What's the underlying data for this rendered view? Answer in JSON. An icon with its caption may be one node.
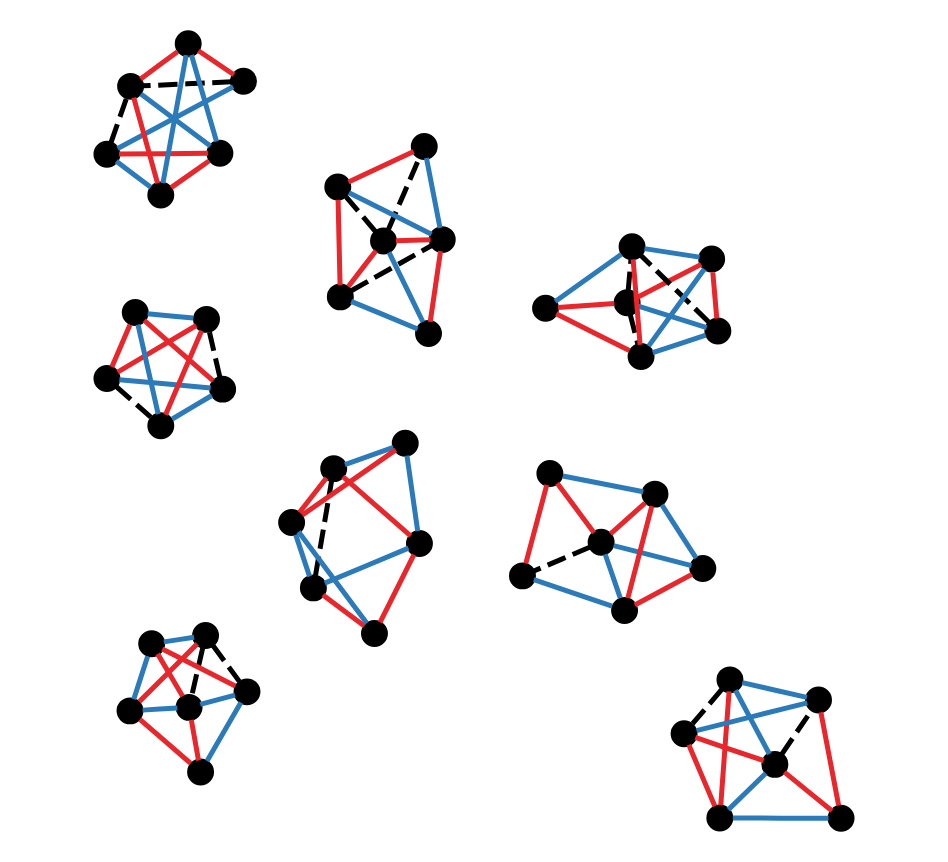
{
  "diagram": {
    "nodes": [
      {
        "text": [],
        "shape": "circle"
      },
      {
        "text": [],
        "shape": "circle"
      },
      {
        "text": [],
        "shape": "circle"
      },
      {
        "text": [],
        "shape": "circle"
      },
      {
        "text": [],
        "shape": "circle"
      },
      {
        "text": [],
        "shape": "circle"
      },
      {
        "text": [],
        "shape": "circle"
      },
      {
        "text": [],
        "shape": "circle"
      },
      {
        "text": [],
        "shape": "circle"
      },
      {
        "text": [],
        "shape": "circle"
      },
      {
        "text": [],
        "shape": "circle"
      },
      {
        "text": [],
        "shape": "circle"
      },
      {
        "text": [],
        "shape": "circle"
      },
      {
        "text": [],
        "shape": "circle"
      },
      {
        "text": [],
        "shape": "circle"
      },
      {
        "text": [],
        "shape": "circle"
      },
      {
        "text": [],
        "shape": "circle"
      },
      {
        "text": [],
        "shape": "circle"
      },
      {
        "text": [],
        "shape": "circle"
      },
      {
        "text": [],
        "shape": "circle"
      },
      {
        "text": [],
        "shape": "circle"
      },
      {
        "text": [],
        "shape": "circle"
      },
      {
        "text": [],
        "shape": "circle"
      },
      {
        "text": [],
        "shape": "circle"
      },
      {
        "text": [],
        "shape": "circle"
      },
      {
        "text": [],
        "shape": "circle"
      },
      {
        "text": [],
        "shape": "circle"
      },
      {
        "text": [],
        "shape": "circle"
      },
      {
        "text": [],
        "shape": "circle"
      },
      {
        "text": [],
        "shape": "circle"
      },
      {
        "text": [],
        "shape": "circle"
      },
      {
        "text": [],
        "shape": "circle"
      },
      {
        "text": [],
        "shape": "circle"
      },
      {
        "text": [],
        "shape": "circle"
      },
      {
        "text": [],
        "shape": "circle"
      },
      {
        "text": [],
        "shape": "circle"
      },
      {
        "text": [],
        "shape": "circle"
      },
      {
        "text": [],
        "shape": "circle"
      },
      {
        "text": [],
        "shape": "circle"
      },
      {
        "text": [],
        "shape": "circle"
      },
      {
        "text": [],
        "shape": "circle"
      },
      {
        "text": [],
        "shape": "circle"
      },
      {
        "text": [],
        "shape": "circle"
      },
      {
        "text": [],
        "shape": "circle"
      },
      {
        "text": [],
        "shape": "circle"
      },
      {
        "text": [],
        "shape": "circle"
      },
      {
        "text": [],
        "shape": "circle"
      }
    ],
    "edges": [
      {
        "from": 0,
        "to": 1,
        "arrow": "none",
        "color": "#2b7bba"
      },
      {
        "from": 0,
        "to": 3,
        "arrow": "none",
        "color": "#e8262b"
      },
      {
        "from": 0,
        "to": 4,
        "arrow": "none",
        "color": "#e8262b"
      },
      {
        "from": 0,
        "to": 2,
        "arrow": "none",
        "style": "dashed",
        "color": "#000000"
      },
      {
        "from": 1,
        "to": 3,
        "arrow": "none",
        "color": "#e8262b"
      },
      {
        "from": 1,
        "to": 2,
        "arrow": "none",
        "color": "#2b7bba"
      },
      {
        "from": 1,
        "to": 4,
        "arrow": "none",
        "style": "dashed",
        "color": "#000000"
      },
      {
        "from": 3,
        "to": 2,
        "arrow": "none",
        "color": "#2b7bba"
      },
      {
        "from": 3,
        "to": 4,
        "arrow": "none",
        "color": "#2b7bba"
      },
      {
        "from": 4,
        "to": 2,
        "arrow": "none",
        "color": "#e8262b"
      },
      {
        "from": 5,
        "to": 6,
        "arrow": "none",
        "color": "#2b7bba"
      },
      {
        "from": 5,
        "to": 7,
        "arrow": "none",
        "style": "dashed",
        "color": "#000000"
      },
      {
        "from": 5,
        "to": 9,
        "arrow": "none",
        "style": "dashed",
        "color": "#000000"
      },
      {
        "from": 5,
        "to": 8,
        "arrow": "none",
        "color": "#e8262b"
      },
      {
        "from": 5,
        "to": 10,
        "arrow": "none",
        "color": "#e8262b"
      },
      {
        "from": 6,
        "to": 7,
        "arrow": "none",
        "color": "#2b7bba"
      },
      {
        "from": 6,
        "to": 8,
        "arrow": "none",
        "color": "#e8262b"
      },
      {
        "from": 6,
        "to": 9,
        "arrow": "none",
        "style": "dashed",
        "color": "#000000"
      },
      {
        "from": 7,
        "to": 8,
        "arrow": "none",
        "color": "#2b7bba"
      },
      {
        "from": 7,
        "to": 9,
        "arrow": "none",
        "color": "#e8262b"
      },
      {
        "from": 7,
        "to": 10,
        "arrow": "none",
        "color": "#e8262b"
      },
      {
        "from": 9,
        "to": 10,
        "arrow": "none",
        "color": "#2b7bba"
      },
      {
        "from": 9,
        "to": 8,
        "arrow": "none",
        "color": "#2b7bba"
      },
      {
        "from": 11,
        "to": 12,
        "arrow": "none",
        "style": "dashed",
        "color": "#000000"
      },
      {
        "from": 11,
        "to": 15,
        "arrow": "none",
        "color": "#e8262b"
      },
      {
        "from": 11,
        "to": 13,
        "arrow": "none",
        "color": "#2b7bba"
      },
      {
        "from": 11,
        "to": 16,
        "arrow": "none",
        "color": "#2b7bba"
      },
      {
        "from": 12,
        "to": 13,
        "arrow": "none",
        "color": "#e8262b"
      },
      {
        "from": 12,
        "to": 16,
        "arrow": "none",
        "color": "#e8262b"
      },
      {
        "from": 12,
        "to": 14,
        "arrow": "none",
        "color": "#2b7bba"
      },
      {
        "from": 13,
        "to": 14,
        "arrow": "none",
        "color": "#2b7bba"
      },
      {
        "from": 13,
        "to": 15,
        "arrow": "none",
        "color": "#e8262b"
      },
      {
        "from": 15,
        "to": 16,
        "arrow": "none",
        "color": "#2b7bba"
      },
      {
        "from": 16,
        "to": 14,
        "arrow": "none",
        "color": "#e8262b"
      },
      {
        "from": 17,
        "to": 18,
        "arrow": "none",
        "style": "dashed",
        "color": "#000000"
      },
      {
        "from": 17,
        "to": 19,
        "arrow": "none",
        "color": "#e8262b"
      },
      {
        "from": 17,
        "to": 20,
        "arrow": "none",
        "style": "dashed",
        "color": "#000000"
      },
      {
        "from": 17,
        "to": 21,
        "arrow": "none",
        "color": "#2b7bba"
      },
      {
        "from": 17,
        "to": 22,
        "arrow": "none",
        "color": "#e8262b"
      },
      {
        "from": 18,
        "to": 22,
        "arrow": "none",
        "color": "#2b7bba"
      },
      {
        "from": 19,
        "to": 21,
        "arrow": "none",
        "color": "#2b7bba"
      },
      {
        "from": 18,
        "to": 20,
        "arrow": "none",
        "color": "#e8262b"
      },
      {
        "from": 19,
        "to": 20,
        "arrow": "none",
        "color": "#e8262b"
      },
      {
        "from": 19,
        "to": 22,
        "arrow": "none",
        "style": "dashed",
        "color": "#000000"
      },
      {
        "from": 21,
        "to": 22,
        "arrow": "none",
        "color": "#e8262b"
      },
      {
        "from": 20,
        "to": 22,
        "arrow": "none",
        "color": "#2b7bba"
      },
      {
        "from": 23,
        "to": 24,
        "arrow": "none",
        "color": "#e8262b"
      },
      {
        "from": 23,
        "to": 27,
        "arrow": "none",
        "color": "#e8262b"
      },
      {
        "from": 23,
        "to": 25,
        "arrow": "none",
        "color": "#2b7bba"
      },
      {
        "from": 23,
        "to": 26,
        "arrow": "none",
        "color": "#2b7bba"
      },
      {
        "from": 24,
        "to": 26,
        "arrow": "none",
        "color": "#2b7bba"
      },
      {
        "from": 24,
        "to": 25,
        "arrow": "none",
        "style": "dashed",
        "color": "#000000"
      },
      {
        "from": 24,
        "to": 28,
        "arrow": "none",
        "style": "dashed",
        "color": "#000000"
      },
      {
        "from": 25,
        "to": 26,
        "arrow": "none",
        "color": "#e8262b"
      },
      {
        "from": 25,
        "to": 27,
        "arrow": "none",
        "color": "#e8262b"
      },
      {
        "from": 25,
        "to": 28,
        "arrow": "none",
        "color": "#2b7bba"
      },
      {
        "from": 27,
        "to": 28,
        "arrow": "none",
        "color": "#2b7bba"
      },
      {
        "from": 28,
        "to": 26,
        "arrow": "none",
        "color": "#e8262b"
      },
      {
        "from": 29,
        "to": 30,
        "arrow": "none",
        "color": "#2b7bba"
      },
      {
        "from": 29,
        "to": 31,
        "arrow": "none",
        "color": "#2b7bba"
      },
      {
        "from": 29,
        "to": 33,
        "arrow": "none",
        "color": "#e8262b"
      },
      {
        "from": 29,
        "to": 34,
        "arrow": "none",
        "style": "dashed",
        "color": "#000000"
      },
      {
        "from": 30,
        "to": 32,
        "arrow": "none",
        "color": "#e8262b"
      },
      {
        "from": 30,
        "to": 34,
        "arrow": "none",
        "style": "dashed",
        "color": "#000000"
      },
      {
        "from": 31,
        "to": 32,
        "arrow": "none",
        "color": "#2b7bba"
      },
      {
        "from": 31,
        "to": 33,
        "arrow": "none",
        "color": "#e8262b"
      },
      {
        "from": 31,
        "to": 34,
        "arrow": "none",
        "color": "#e8262b"
      },
      {
        "from": 33,
        "to": 32,
        "arrow": "none",
        "color": "#2b7bba"
      },
      {
        "from": 33,
        "to": 34,
        "arrow": "none",
        "color": "#2b7bba"
      },
      {
        "from": 34,
        "to": 32,
        "arrow": "none",
        "color": "#e8262b"
      },
      {
        "from": 35,
        "to": 36,
        "arrow": "none",
        "color": "#2b7bba"
      },
      {
        "from": 35,
        "to": 37,
        "arrow": "none",
        "color": "#2b7bba"
      },
      {
        "from": 35,
        "to": 39,
        "arrow": "none",
        "color": "#e8262b"
      },
      {
        "from": 35,
        "to": 40,
        "arrow": "none",
        "color": "#e8262b"
      },
      {
        "from": 36,
        "to": 37,
        "arrow": "none",
        "color": "#e8262b"
      },
      {
        "from": 37,
        "to": 38,
        "arrow": "none",
        "style": "dashed",
        "color": "#000000"
      },
      {
        "from": 37,
        "to": 39,
        "arrow": "none",
        "color": "#2b7bba"
      },
      {
        "from": 37,
        "to": 40,
        "arrow": "none",
        "color": "#e8262b"
      },
      {
        "from": 36,
        "to": 38,
        "arrow": "none",
        "color": "#e8262b"
      },
      {
        "from": 39,
        "to": 38,
        "arrow": "none",
        "color": "#2b7bba"
      },
      {
        "from": 39,
        "to": 40,
        "arrow": "none",
        "style": "dashed",
        "color": "#000000"
      },
      {
        "from": 40,
        "to": 38,
        "arrow": "none",
        "color": "#2b7bba"
      },
      {
        "from": 41,
        "to": 42,
        "arrow": "none",
        "color": "#2b7bba"
      },
      {
        "from": 41,
        "to": 43,
        "arrow": "none",
        "color": "#2b7bba"
      },
      {
        "from": 41,
        "to": 44,
        "arrow": "none",
        "color": "#e8262b"
      },
      {
        "from": 41,
        "to": 45,
        "arrow": "none",
        "style": "dashed",
        "color": "#000000"
      },
      {
        "from": 41,
        "to": 46,
        "arrow": "none",
        "color": "#e8262b"
      },
      {
        "from": 42,
        "to": 43,
        "arrow": "none",
        "color": "#e8262b"
      },
      {
        "from": 42,
        "to": 44,
        "arrow": "none",
        "color": "#2b7bba"
      },
      {
        "from": 43,
        "to": 44,
        "arrow": "none",
        "color": "#e8262b"
      },
      {
        "from": 43,
        "to": 45,
        "arrow": "none",
        "color": "#2b7bba"
      },
      {
        "from": 45,
        "to": 46,
        "arrow": "none",
        "color": "#e8262b"
      },
      {
        "from": 46,
        "to": 44,
        "arrow": "none",
        "color": "#2b7bba"
      }
    ]
  }
}
